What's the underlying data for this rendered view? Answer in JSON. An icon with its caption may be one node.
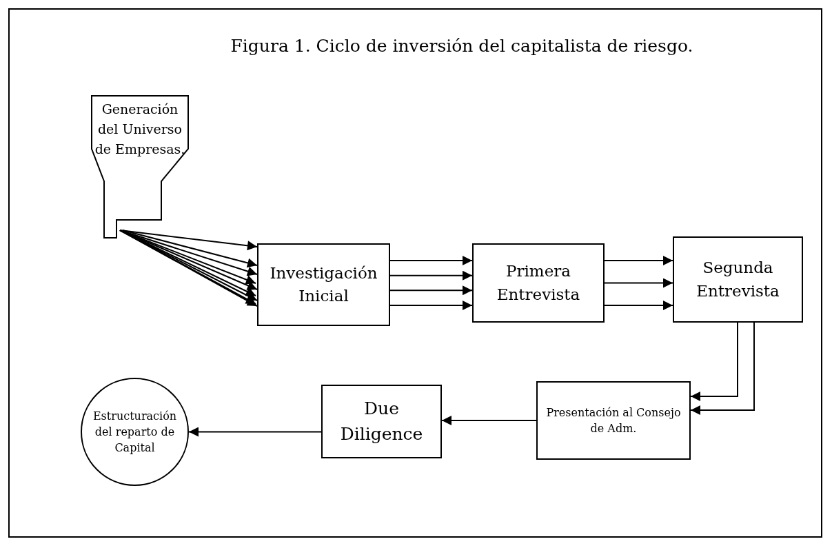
{
  "diagram": {
    "title": "Figura 1. Ciclo de inversión del capitalista de riesgo.",
    "nodes": [
      {
        "text": [
          "Generación del Universo de Empresas."
        ]
      },
      {
        "text": [
          "Investigación Inicial"
        ]
      },
      {
        "text": [
          "Primera Entrevista"
        ]
      },
      {
        "text": [
          "Segunda Entrevista"
        ]
      },
      {
        "text": [
          "Presentación al Consejo de Adm."
        ]
      },
      {
        "text": [
          "Due Diligence"
        ]
      },
      {
        "text": [
          "Estructuración del reparto de Capital"
        ]
      }
    ],
    "edges": [
      {
        "from": 0,
        "to": 1,
        "arrow": "to"
      },
      {
        "from": 0,
        "to": 1,
        "arrow": "to"
      },
      {
        "from": 0,
        "to": 1,
        "arrow": "to"
      },
      {
        "from": 0,
        "to": 1,
        "arrow": "to"
      },
      {
        "from": 0,
        "to": 1,
        "arrow": "to"
      },
      {
        "from": 0,
        "to": 1,
        "arrow": "to"
      },
      {
        "from": 0,
        "to": 1,
        "arrow": "to"
      },
      {
        "from": 0,
        "to": 1,
        "arrow": "to"
      },
      {
        "from": 0,
        "to": 1,
        "arrow": "to"
      },
      {
        "from": 1,
        "to": 2,
        "arrow": "to"
      },
      {
        "from": 1,
        "to": 2,
        "arrow": "to"
      },
      {
        "from": 1,
        "to": 2,
        "arrow": "to"
      },
      {
        "from": 1,
        "to": 2,
        "arrow": "to"
      },
      {
        "from": 2,
        "to": 3,
        "arrow": "to"
      },
      {
        "from": 2,
        "to": 3,
        "arrow": "to"
      },
      {
        "from": 2,
        "to": 3,
        "arrow": "to"
      },
      {
        "from": 3,
        "to": 4,
        "arrow": "to"
      },
      {
        "from": 3,
        "to": 4,
        "arrow": "to"
      },
      {
        "from": 4,
        "to": 5,
        "arrow": "to"
      },
      {
        "from": 5,
        "to": 6,
        "arrow": "to"
      }
    ]
  }
}
